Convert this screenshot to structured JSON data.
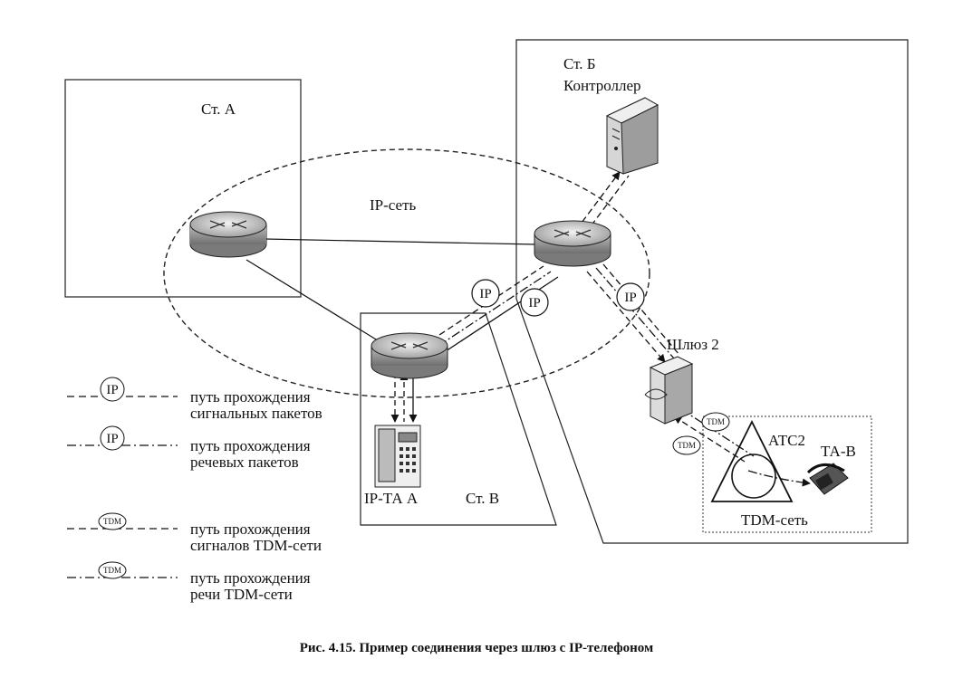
{
  "stations": {
    "a": "Ст. А",
    "b": "Ст. Б",
    "v": "Ст. В"
  },
  "labels": {
    "controller": "Контроллер",
    "ip_network": "IP-сеть",
    "gateway": "Шлюз 2",
    "ats": "АТС2",
    "ta_v": "ТА-В",
    "tdm_network": "TDM-сеть",
    "ip_ta_a": "IP-ТА А"
  },
  "badges": {
    "ip": "IP",
    "tdm": "TDM"
  },
  "legend": [
    {
      "badge": "IP",
      "style": "dashed",
      "line1": "путь прохождения",
      "line2": "сигнальных пакетов"
    },
    {
      "badge": "IP",
      "style": "dashdot",
      "line1": "путь прохождения",
      "line2": "речевых пакетов"
    },
    {
      "badge": "TDM",
      "style": "dashed",
      "line1": "путь прохождения",
      "line2": "сигналов TDM-сети"
    },
    {
      "badge": "TDM",
      "style": "dashdot",
      "line1": "путь прохождения",
      "line2": "речи TDM-сети"
    }
  ],
  "caption": "Рис. 4.15. Пример соединения через шлюз с IP-телефоном"
}
